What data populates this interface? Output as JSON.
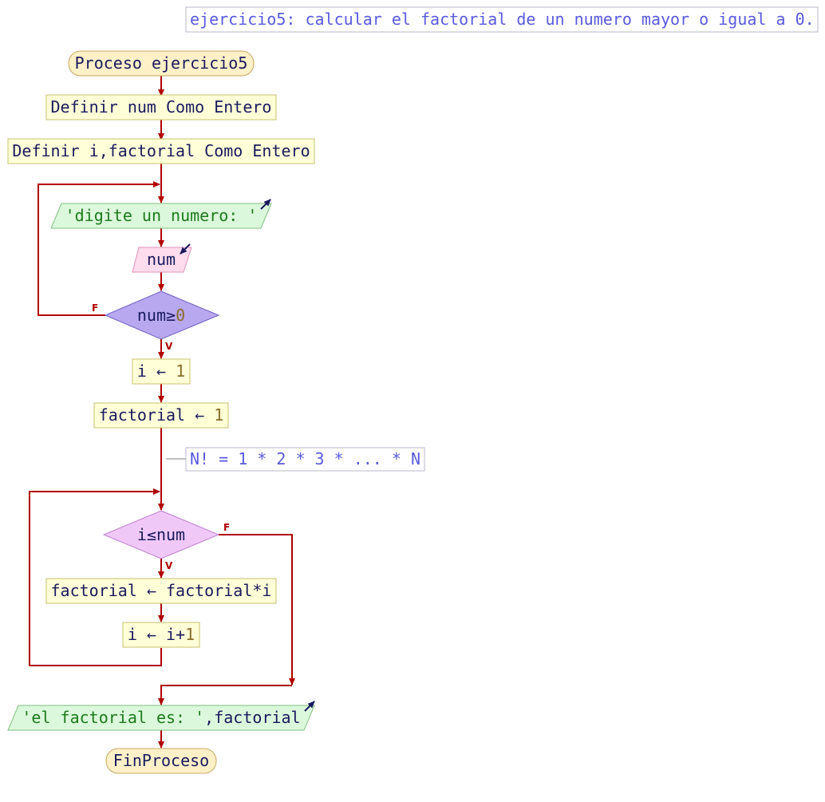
{
  "comments": {
    "title": "ejercicio5: calcular el factorial de un numero mayor o igual a 0.",
    "formula": "N! = 1 * 2 * 3 * ... * N"
  },
  "nodes": {
    "start": "Proceso ejercicio5",
    "def_num": "Definir num Como Entero",
    "def_i_fact": "Definir i,factorial Como Entero",
    "write_prompt": "'digite un numero: '",
    "read_num": "num",
    "cond1_var": "num≥",
    "cond1_num": "0",
    "assign_i_var": "i ← ",
    "assign_i_num": "1",
    "assign_f_var": "factorial ← ",
    "assign_f_num": "1",
    "cond2": "i≤num",
    "loop_body1": "factorial ← factorial*i",
    "loop_body2_var": "i ← i+",
    "loop_body2_num": "1",
    "write_result_str": "'el factorial es: '",
    "write_result_var": ",factorial",
    "end": "FinProceso"
  },
  "labels": {
    "false1": "F",
    "true1": "V",
    "false2": "F",
    "true2": "V"
  },
  "colors": {
    "edge": "#b00000",
    "process_fill": "#ffffd8",
    "terminal_fill": "#fff0c8",
    "output_fill": "#dcf8dc",
    "input_fill": "#ffdcee",
    "decision1_fill": "#b8a8f0",
    "decision2_fill": "#f0c8f8"
  }
}
